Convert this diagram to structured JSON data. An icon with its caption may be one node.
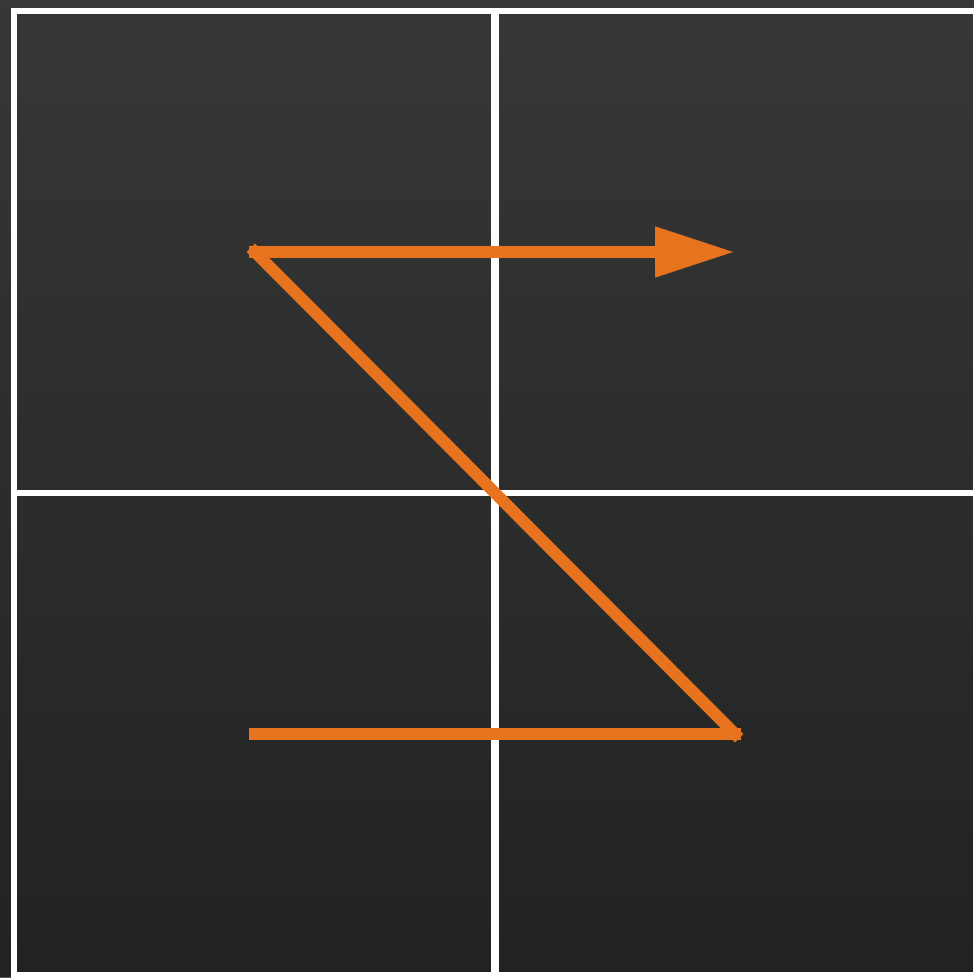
{
  "diagram": {
    "nodes": [
      {
        "text": [],
        "shape": "box"
      },
      {
        "text": [],
        "shape": "box"
      },
      {
        "text": [],
        "shape": "box"
      },
      {
        "text": [],
        "shape": "box"
      }
    ],
    "edges": [
      {
        "from": 2,
        "to": 3,
        "arrow": "none"
      },
      {
        "from": 3,
        "to": 0,
        "arrow": "none"
      },
      {
        "from": 0,
        "to": 1,
        "arrow": "to"
      }
    ]
  }
}
